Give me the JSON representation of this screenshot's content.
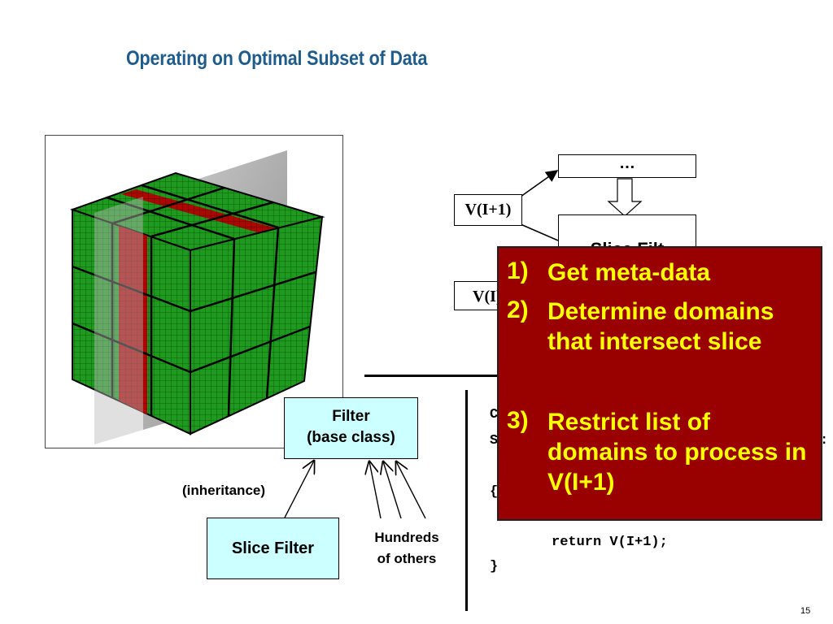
{
  "title": "Operating on Optimal Subset of Data",
  "pipeline": {
    "top_box": "…",
    "vi1_label": "V(I+1)",
    "slice_filter_partial": "Slice Filt",
    "vi_label": "V(I)"
  },
  "code": {
    "line1": "C",
    "line2": "S",
    "line2_tail": ":",
    "line3": "{",
    "line4": "return V(I+1);",
    "line5": "}"
  },
  "hierarchy": {
    "filter_line1": "Filter",
    "filter_line2": "(base class)",
    "inheritance": "(inheritance)",
    "slice_filter": "Slice Filter",
    "others_line1": "Hundreds",
    "others_line2": "of others"
  },
  "callout": {
    "items": [
      {
        "num": "1)",
        "text": "Get meta-data"
      },
      {
        "num": "2)",
        "text": "Determine domains that intersect slice"
      },
      {
        "num": "3)",
        "text": "Restrict list of domains to process in V(I+1)"
      }
    ]
  },
  "page_number": "15",
  "colors": {
    "title": "#1f5c8b",
    "callout_bg": "#990000",
    "callout_text": "#ffff00",
    "box_fill": "#ccffff",
    "cube_green": "#1e9b1e",
    "cube_red": "#b30000"
  }
}
